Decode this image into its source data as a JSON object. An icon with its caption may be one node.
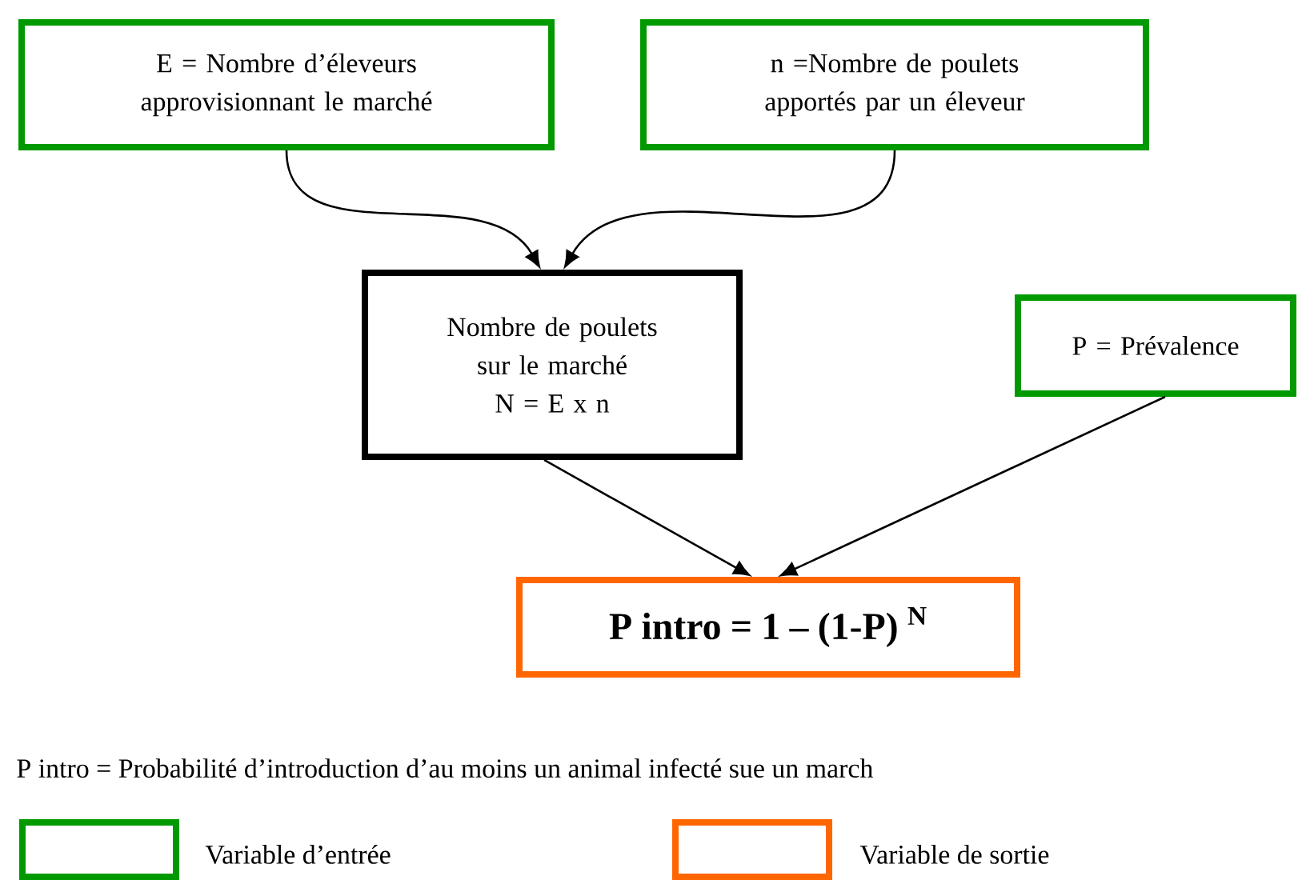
{
  "diagram": {
    "nodes": [
      {
        "text": [
          "E = Nombre d’éleveurs approvisionnant le marché"
        ]
      },
      {
        "text": [
          "n =Nombre de poulets apportés par un éleveur"
        ]
      },
      {
        "text": [
          "Nombre de poulets sur le marché",
          "N = E x n"
        ]
      },
      {
        "text": [
          "P = Prévalence"
        ]
      },
      {
        "text": [
          "P intro = 1 – (1-P) $^{N}$"
        ]
      }
    ],
    "edges": [
      {
        "from": 0,
        "to": 2,
        "arrow": "to"
      },
      {
        "from": 1,
        "to": 2,
        "arrow": "to"
      },
      {
        "from": 2,
        "to": 4,
        "arrow": "to"
      },
      {
        "from": 3,
        "to": 4,
        "arrow": "to"
      }
    ],
    "labels": [
      "P intro = Probabilité d’introduction d’au moins un animal infecté sue un march"
    ],
    "legend": [
      {
        "text": "Variable d’entrée",
        "color": "#009900"
      },
      {
        "text": "Variable de sortie",
        "color": "#ff6600"
      }
    ]
  }
}
